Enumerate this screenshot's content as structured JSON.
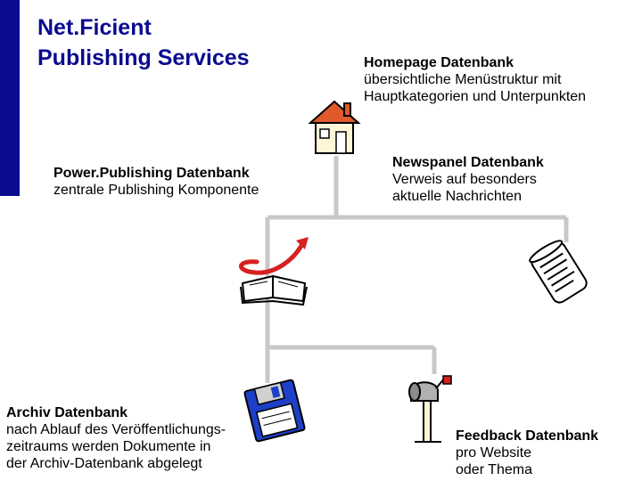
{
  "slide": {
    "title_line1": "Net.Ficient",
    "title_line2": "Publishing Services",
    "accent_color": "#0b0b8f"
  },
  "blocks": {
    "homepage": {
      "title": "Homepage Datenbank",
      "line1": "übersichtliche Menüstruktur mit",
      "line2": "Hauptkategorien und Unterpunkten"
    },
    "powerpublishing": {
      "title": "Power.Publishing Datenbank",
      "line1": "zentrale Publishing Komponente"
    },
    "newspanel": {
      "title": "Newspanel Datenbank",
      "line1": "Verweis auf besonders",
      "line2": "aktuelle Nachrichten"
    },
    "archiv": {
      "title": "Archiv Datenbank",
      "line1": "nach Ablauf des Veröffentlichungs-",
      "line2": "zeitraums werden Dokumente in",
      "line3": "der Archiv-Datenbank abgelegt"
    },
    "feedback": {
      "title": "Feedback Datenbank",
      "line1": "pro Website",
      "line2": "oder Thema"
    }
  },
  "icons": [
    "house-icon",
    "book-icon",
    "newspaper-icon",
    "floppy-disk-icon",
    "mailbox-icon"
  ]
}
